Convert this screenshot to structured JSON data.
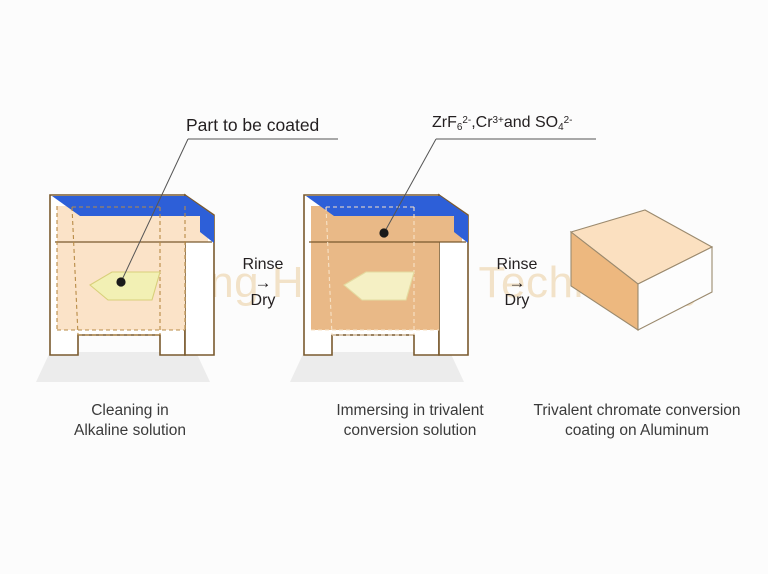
{
  "figure": {
    "type": "process-diagram",
    "title_watermark": "Lansheng Hardware Technology",
    "background_color": "#fcfcfc"
  },
  "annotations": {
    "part_label": "Part to be coated",
    "chem_label": {
      "full": "ZrF6 2-,Cr3+and SO4 2-",
      "seg1_main": "ZrF",
      "seg1_sub": "6",
      "seg1_sup": "2-",
      "seg2_main": ",Cr",
      "seg2_sup": "3+",
      "seg3_main": "and SO",
      "seg3_sub": "4",
      "seg3_sup": "2-"
    }
  },
  "transitions": [
    {
      "top": "Rinse",
      "arrow": "→",
      "bottom": "Dry"
    },
    {
      "top": "Rinse",
      "arrow": "→",
      "bottom": "Dry"
    }
  ],
  "steps": [
    {
      "id": "step-1",
      "caption_line1": "Cleaning in",
      "caption_line2": "Alkaline solution",
      "liquid_color": "#fbe3c8",
      "surface_color": "#2d5fd8",
      "part_color": "#f2f0b4"
    },
    {
      "id": "step-2",
      "caption_line1": "Immersing in trivalent",
      "caption_line2": "conversion solution",
      "liquid_color": "#e9b987",
      "surface_color": "#2d5fd8",
      "part_color": "#f5f0c4"
    },
    {
      "id": "step-3",
      "caption_line1": "Trivalent chromate conversion",
      "caption_line2": "coating on Aluminum",
      "top_face_color": "#fbe0c0",
      "left_face_color": "#edb87f",
      "right_face_color": "#fdfdfd"
    }
  ],
  "colors": {
    "tank_outline": "#7a5a2e",
    "leader_line": "#555555",
    "dot": "#1a1a1a",
    "shadow": "#ececec",
    "text": "#231f20",
    "caption_text": "#3a3a3a",
    "watermark": "#f2e2c8"
  }
}
